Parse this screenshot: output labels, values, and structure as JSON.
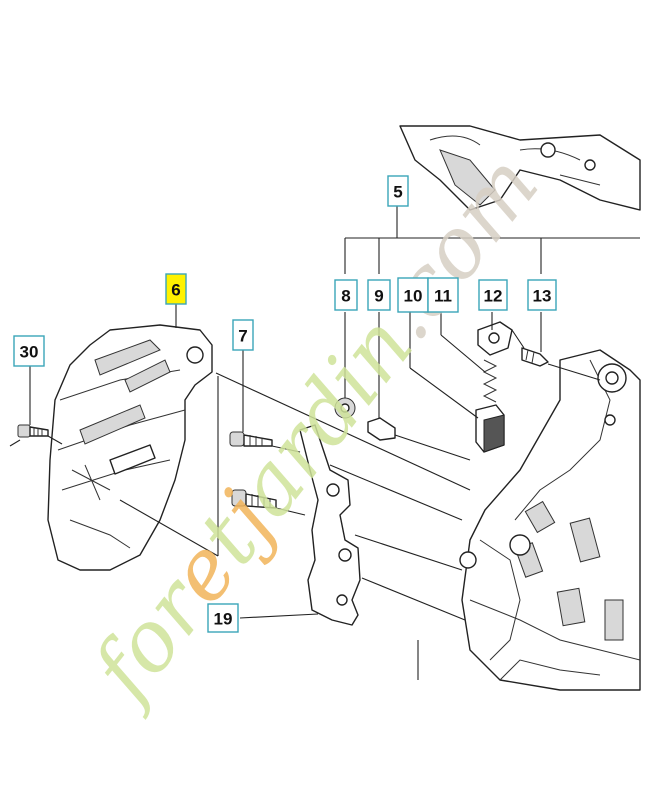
{
  "callouts": [
    {
      "id": "5",
      "label": "5",
      "highlight": false
    },
    {
      "id": "6",
      "label": "6",
      "highlight": true
    },
    {
      "id": "7",
      "label": "7",
      "highlight": false
    },
    {
      "id": "8",
      "label": "8",
      "highlight": false
    },
    {
      "id": "9",
      "label": "9",
      "highlight": false
    },
    {
      "id": "10",
      "label": "10",
      "highlight": false
    },
    {
      "id": "11",
      "label": "11",
      "highlight": false
    },
    {
      "id": "12",
      "label": "12",
      "highlight": false
    },
    {
      "id": "13",
      "label": "13",
      "highlight": false
    },
    {
      "id": "19",
      "label": "19",
      "highlight": false
    },
    {
      "id": "30",
      "label": "30",
      "highlight": false
    }
  ],
  "watermark": {
    "text": "foretjardin.com",
    "colors": {
      "green": "#cfe39a",
      "orange": "#f2b45a",
      "grey": "#d7cfc4"
    }
  },
  "colors": {
    "callout_border": "#3aa5b8",
    "highlight": "#fff200",
    "line": "#222222"
  }
}
